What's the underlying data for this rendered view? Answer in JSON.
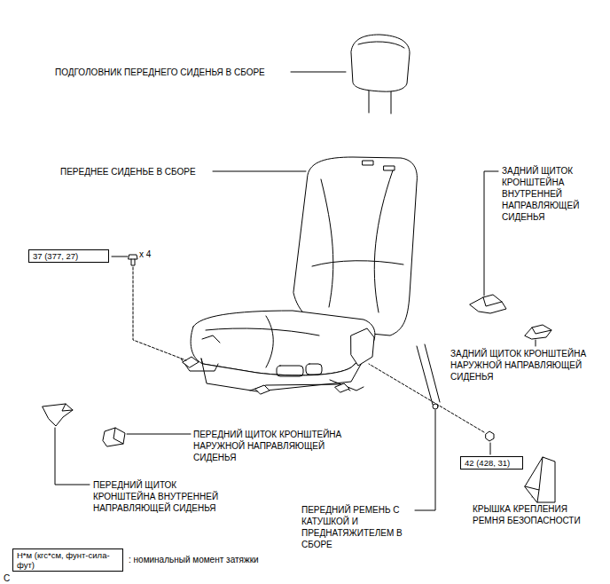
{
  "diagram": {
    "nodes": [
      {
        "text": [
          "37 (377, 27)"
        ]
      },
      {
        "text": [
          "42 (428, 31)"
        ]
      },
      {
        "text": [
          "Н*м (кгс*см, фунт-сила-фут)"
        ]
      }
    ],
    "labels": [
      "ПОДГОЛОВНИК ПЕРЕДНЕГО СИДЕНЬЯ В СБОРЕ",
      "ПЕРЕДНЕЕ СИДЕНЬЕ В СБОРЕ",
      "ЗАДНИЙ ЩИТОК КРОНШТЕЙНА ВНУТРЕННЕЙ НАПРАВЛЯЮЩЕЙ СИДЕНЬЯ",
      "x 4",
      "ЗАДНИЙ ЩИТОК КРОНШТЕЙНА НАРУЖНОЙ НАПРАВЛЯЮЩЕЙ СИДЕНЬЯ",
      "ПЕРЕДНИЙ ЩИТОК КРОНШТЕЙНА НАРУЖНОЙ НАПРАВЛЯЮЩЕЙ СИДЕНЬЯ",
      "ПЕРЕДНИЙ ЩИТОК КРОНШТЕЙНА ВНУТРЕННЕЙ НАПРАВЛЯЮЩЕЙ СИДЕНЬЯ",
      "ПЕРЕДНИЙ РЕМЕНЬ С КАТУШКОЙ И ПРЕДНАТЯЖИТЕЛЕМ В СБОРЕ",
      "КРЫШКА КРЕПЛЕНИЯ РЕМНЯ БЕЗОПАСНОСТИ",
      ": номинальный момент затяжки",
      "C"
    ]
  }
}
